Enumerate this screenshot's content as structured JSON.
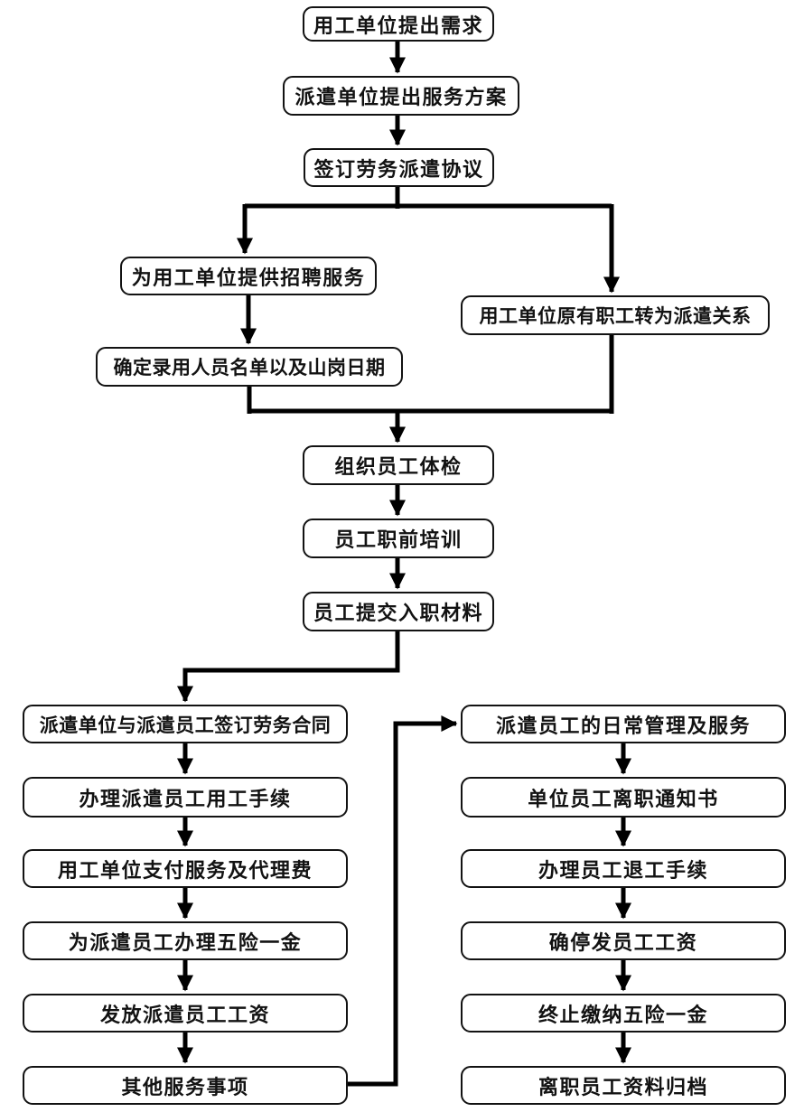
{
  "colors": {
    "background": "#ffffff",
    "line": "#000000",
    "box_border": "#121212",
    "box_fill": "#ffffff",
    "text": "#121212"
  },
  "nodes": {
    "demand": {
      "label": "用工单位提出需求"
    },
    "plan": {
      "label": "派遣单位提出服务方案"
    },
    "agreement": {
      "label": "签订劳务派遣协议"
    },
    "recruit": {
      "label": "为用工单位提供招聘服务"
    },
    "roster": {
      "label": "确定录用人员名单以及山岗日期"
    },
    "transfer": {
      "label": "用工单位原有职工转为派遣关系"
    },
    "physical": {
      "label": "组织员工体检"
    },
    "training": {
      "label": "员工职前培训"
    },
    "materials": {
      "label": "员工提交入职材料"
    },
    "contract": {
      "label": "派遣单位与派遣员工签订劳务合同"
    },
    "procedures": {
      "label": "办理派遣员工用工手续"
    },
    "payment": {
      "label": "用工单位支付服务及代理费"
    },
    "insurance": {
      "label": "为派遣员工办理五险一金"
    },
    "salary": {
      "label": "发放派遣员工工资"
    },
    "other": {
      "label": "其他服务事项"
    },
    "daily": {
      "label": "派遣员工的日常管理及服务"
    },
    "resign_notice": {
      "label": "单位员工离职通知书"
    },
    "quit": {
      "label": "办理员工退工手续"
    },
    "stop_salary": {
      "label": "确停发员工工资"
    },
    "stop_insurance": {
      "label": "终止缴纳五险一金"
    },
    "archive": {
      "label": "离职员工资料归档"
    }
  },
  "edges": [
    {
      "from": "demand",
      "to": "plan"
    },
    {
      "from": "plan",
      "to": "agreement"
    },
    {
      "from": "agreement",
      "to": "recruit"
    },
    {
      "from": "agreement",
      "to": "transfer"
    },
    {
      "from": "recruit",
      "to": "roster"
    },
    {
      "from": "roster",
      "to": "physical"
    },
    {
      "from": "transfer",
      "to": "physical"
    },
    {
      "from": "physical",
      "to": "training"
    },
    {
      "from": "training",
      "to": "materials"
    },
    {
      "from": "materials",
      "to": "contract"
    },
    {
      "from": "contract",
      "to": "procedures"
    },
    {
      "from": "procedures",
      "to": "payment"
    },
    {
      "from": "payment",
      "to": "insurance"
    },
    {
      "from": "insurance",
      "to": "salary"
    },
    {
      "from": "salary",
      "to": "other"
    },
    {
      "from": "other",
      "to": "daily"
    },
    {
      "from": "daily",
      "to": "resign_notice"
    },
    {
      "from": "resign_notice",
      "to": "quit"
    },
    {
      "from": "quit",
      "to": "stop_salary"
    },
    {
      "from": "stop_salary",
      "to": "stop_insurance"
    },
    {
      "from": "stop_insurance",
      "to": "archive"
    }
  ]
}
